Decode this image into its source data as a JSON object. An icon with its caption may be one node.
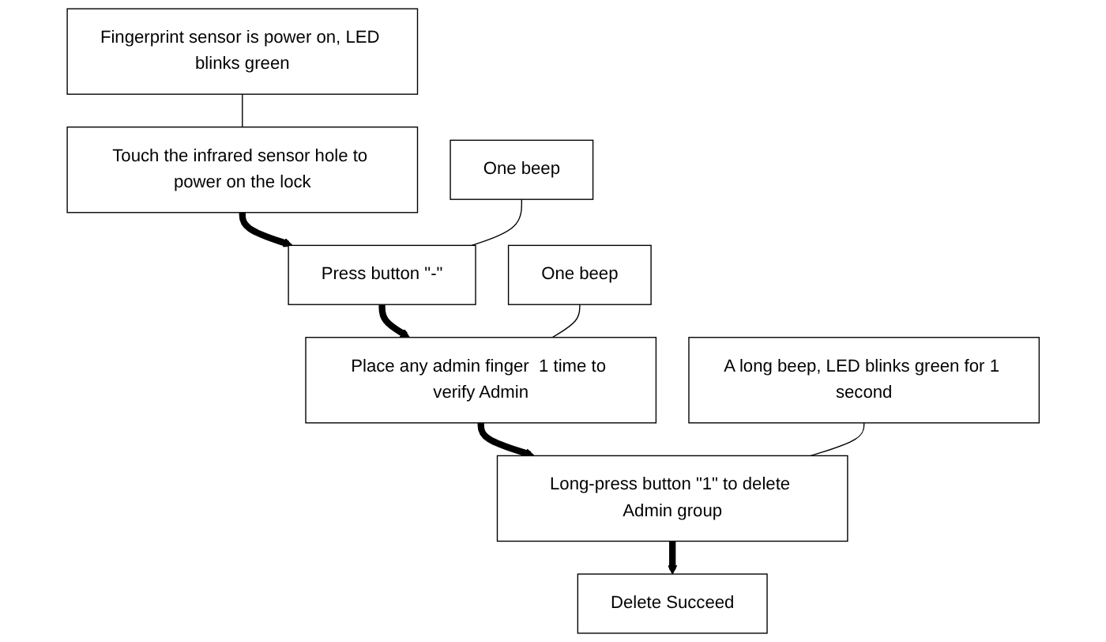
{
  "diagram": {
    "nodes": [
      {
        "text": [
          "Touch the infrared sensor hole to power on the lock"
        ]
      },
      {
        "text": [
          "Fingerprint sensor is power on, LED blinks green"
        ]
      },
      {
        "text": [
          "Press button \"-\""
        ]
      },
      {
        "text": [
          "One beep"
        ]
      },
      {
        "text": [
          "Place any admin finger  1 time to verify Admin"
        ]
      },
      {
        "text": [
          "One beep"
        ]
      },
      {
        "text": [
          "Long-press button \"1\" to delete Admin group"
        ]
      },
      {
        "text": [
          "A long beep, LED blinks green for 1 second"
        ]
      },
      {
        "text": [
          "Delete Succeed"
        ]
      }
    ],
    "edges": [
      {
        "from": 1,
        "to": 0,
        "arrow": "none"
      },
      {
        "from": 0,
        "to": 2,
        "arrow": "to",
        "style": "thick"
      },
      {
        "from": 3,
        "to": 2,
        "arrow": "none"
      },
      {
        "from": 2,
        "to": 4,
        "arrow": "to",
        "style": "thick"
      },
      {
        "from": 5,
        "to": 4,
        "arrow": "none"
      },
      {
        "from": 4,
        "to": 6,
        "arrow": "to",
        "style": "thick"
      },
      {
        "from": 7,
        "to": 6,
        "arrow": "none"
      },
      {
        "from": 6,
        "to": 8,
        "arrow": "to",
        "style": "thick"
      }
    ]
  }
}
